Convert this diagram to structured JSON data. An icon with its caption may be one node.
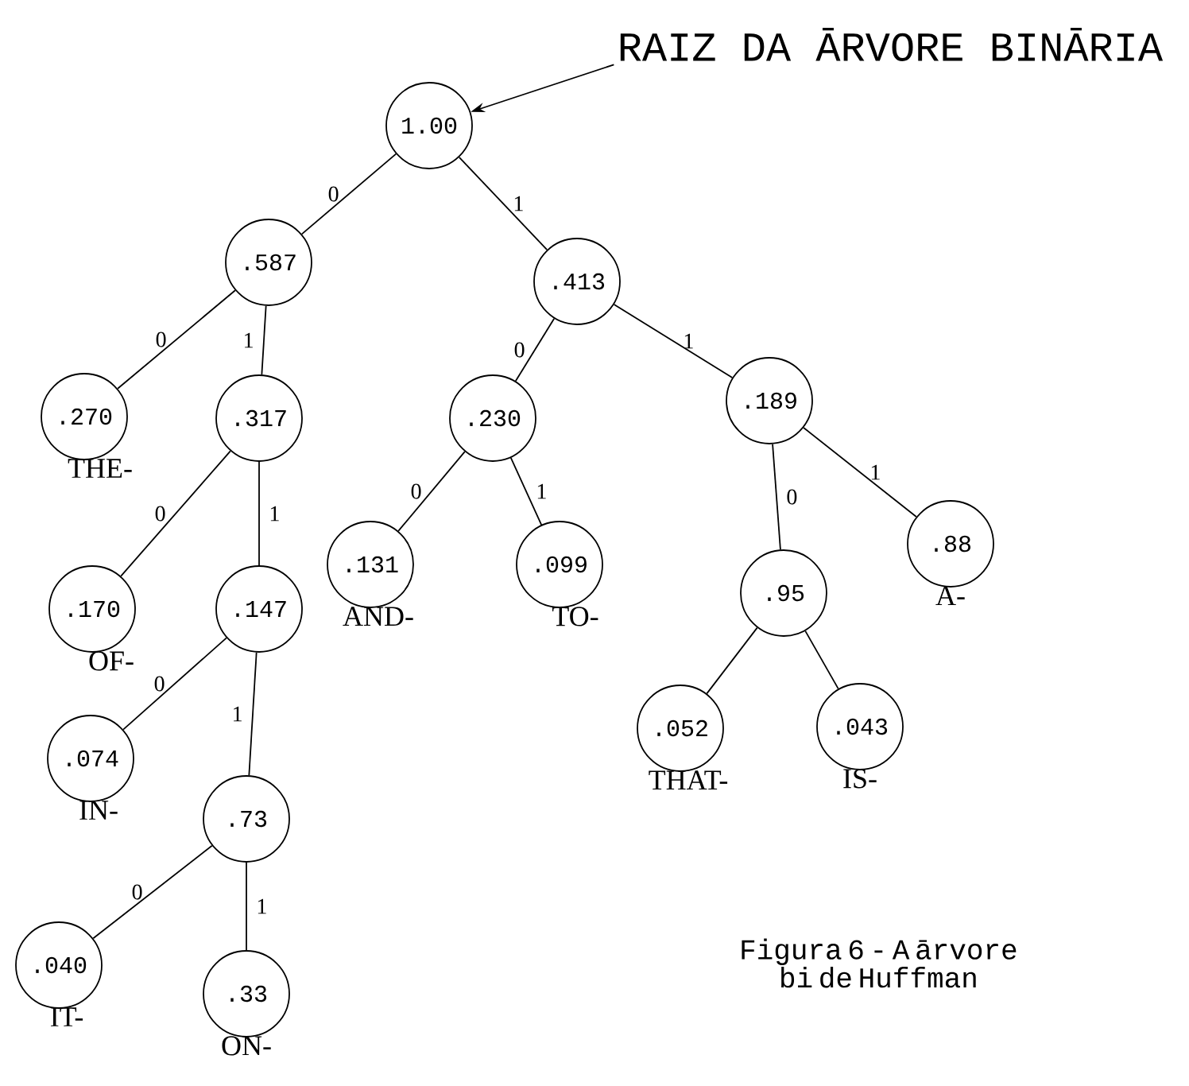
{
  "diagram": {
    "caption": "Figura 6 - A ārvore bi de Huffman",
    "nodes": [
      {
        "text": [
          "RAIZ DA ĀRVORE BINĀRIA"
        ]
      },
      {
        "text": [
          "1.00"
        ]
      },
      {
        "text": [
          ".587"
        ]
      },
      {
        "text": [
          ".413"
        ]
      },
      {
        "text": [
          ".270"
        ],
        "beside": [
          "THE-"
        ]
      },
      {
        "text": [
          ".317"
        ]
      },
      {
        "text": [
          ".230"
        ]
      },
      {
        "text": [
          ".189"
        ]
      },
      {
        "text": [
          ".170"
        ],
        "beside": [
          "OF-"
        ]
      },
      {
        "text": [
          ".147"
        ]
      },
      {
        "text": [
          ".131"
        ],
        "beside": [
          "AND-"
        ]
      },
      {
        "text": [
          ".099"
        ],
        "beside": [
          "TO-"
        ]
      },
      {
        "text": [
          ".95"
        ]
      },
      {
        "text": [
          ".88"
        ],
        "beside": [
          "A-"
        ]
      },
      {
        "text": [
          ".074"
        ],
        "beside": [
          "IN-"
        ]
      },
      {
        "text": [
          ".73"
        ]
      },
      {
        "text": [
          ".052"
        ],
        "beside": [
          "THAT-"
        ]
      },
      {
        "text": [
          ".043"
        ],
        "beside": [
          "IS-"
        ]
      },
      {
        "text": [
          ".040"
        ],
        "beside": [
          "IT-"
        ]
      },
      {
        "text": [
          ".33"
        ],
        "beside": [
          "ON-"
        ]
      }
    ],
    "edges": [
      {
        "from": 0,
        "to": 1,
        "arrow": "to"
      },
      {
        "from": 1,
        "to": 2,
        "arrow": "none",
        "label": "0"
      },
      {
        "from": 1,
        "to": 3,
        "arrow": "none",
        "label": "1"
      },
      {
        "from": 2,
        "to": 4,
        "arrow": "none",
        "label": "0"
      },
      {
        "from": 2,
        "to": 5,
        "arrow": "none",
        "label": "1"
      },
      {
        "from": 3,
        "to": 6,
        "arrow": "none",
        "label": "0"
      },
      {
        "from": 3,
        "to": 7,
        "arrow": "none",
        "label": "1"
      },
      {
        "from": 5,
        "to": 8,
        "arrow": "none",
        "label": "0"
      },
      {
        "from": 5,
        "to": 9,
        "arrow": "none",
        "label": "1"
      },
      {
        "from": 6,
        "to": 10,
        "arrow": "none",
        "label": "0"
      },
      {
        "from": 6,
        "to": 11,
        "arrow": "none",
        "label": "1"
      },
      {
        "from": 7,
        "to": 12,
        "arrow": "none",
        "label": "0"
      },
      {
        "from": 7,
        "to": 13,
        "arrow": "none",
        "label": "1"
      },
      {
        "from": 9,
        "to": 14,
        "arrow": "none",
        "label": "0"
      },
      {
        "from": 9,
        "to": 15,
        "arrow": "none",
        "label": "1"
      },
      {
        "from": 12,
        "to": 16,
        "arrow": "none"
      },
      {
        "from": 12,
        "to": 17,
        "arrow": "none"
      },
      {
        "from": 15,
        "to": 18,
        "arrow": "none",
        "label": "0"
      },
      {
        "from": 15,
        "to": 19,
        "arrow": "none",
        "label": "1"
      }
    ]
  }
}
